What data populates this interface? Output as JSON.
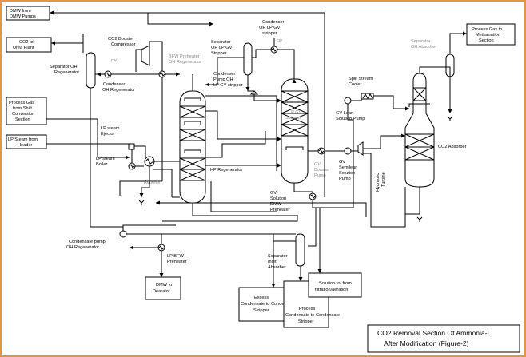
{
  "title_block": {
    "line1": "CO2 Removal Section Of Ammonia-I :",
    "line2": "After Modification (Figure-2)"
  },
  "boxes": {
    "dmw_from_pumps": [
      "DMW from",
      "DMW Pumps"
    ],
    "co2_urea": [
      "CO2 to",
      "Urea Plant"
    ],
    "process_gas_shift": [
      "Process Gas",
      "from Shift",
      "Conversion",
      "Section"
    ],
    "lp_steam_header": [
      "LP Steam from",
      "Header"
    ],
    "process_gas_methanation": [
      "Process Gas to",
      "Methanation",
      "Section"
    ],
    "dmw_deaerator": [
      "DMW to",
      "Dearator"
    ],
    "excess_condensate": [
      "Excess",
      "Condensate to Condensate",
      "Stripper"
    ],
    "process_condensate": [
      "Process",
      "Condensate to Condensate",
      "Stripper"
    ],
    "solution_filtration": [
      "Solution to/ from",
      "filtration/aeration"
    ]
  },
  "labels": {
    "co2_booster": [
      "CO2 Booster",
      "Compressor"
    ],
    "separator_oh_regen": [
      "Separator OH",
      "Regenerator"
    ],
    "condenser_oh_regen": [
      "Condenser",
      "OH Regenerator"
    ],
    "bfw_preheater": [
      "BFW Preheater",
      "OH Regenerator"
    ],
    "separator_oh_lp_gv": [
      "Separator",
      "OH LP GV",
      "Stripper"
    ],
    "condenser_oh_lp_gv": [
      "Condenser",
      "OH LP GV",
      "stripper"
    ],
    "condenser_pump": [
      "Condenser",
      "Pump OH",
      "LP GV stripper"
    ],
    "lp_gv_stripper": [
      "LP GV",
      "Stripper"
    ],
    "separator_oh_absorber": [
      "Separator",
      "OH Absorber"
    ],
    "split_stream_cooler": [
      "Split Stream",
      "Cooler"
    ],
    "gv_lean_pump": [
      "GV Lean",
      "Solution Pump"
    ],
    "co2_absorber": "CO2 Absorber",
    "lp_steam_ejector": [
      "LP steam",
      "Ejector"
    ],
    "lp_steam_boiler": [
      "LP steam",
      "Boiler"
    ],
    "reboiler": "Reboiler",
    "hp_regenerator": "HP Regenerator",
    "gv_booster_pump": [
      "GV",
      "Booster",
      "Pump"
    ],
    "gv_semilean_pump": [
      "GV",
      "Semilean",
      "Solution",
      "Pump"
    ],
    "hydraulic_turbine": [
      "Hydraulic",
      "Turbine"
    ],
    "gv_dmw_preheater": [
      "GV",
      "Solution",
      "DMW",
      "Preheater"
    ],
    "condensate_pump": [
      "Condensate pump",
      "OH Regenerator"
    ],
    "lp_bfw_preheater": [
      "LP BFW",
      "Preheater"
    ],
    "separator_inlet_absorber": [
      "Separator",
      "Inlet",
      "Absorber"
    ],
    "cw": "cw"
  }
}
